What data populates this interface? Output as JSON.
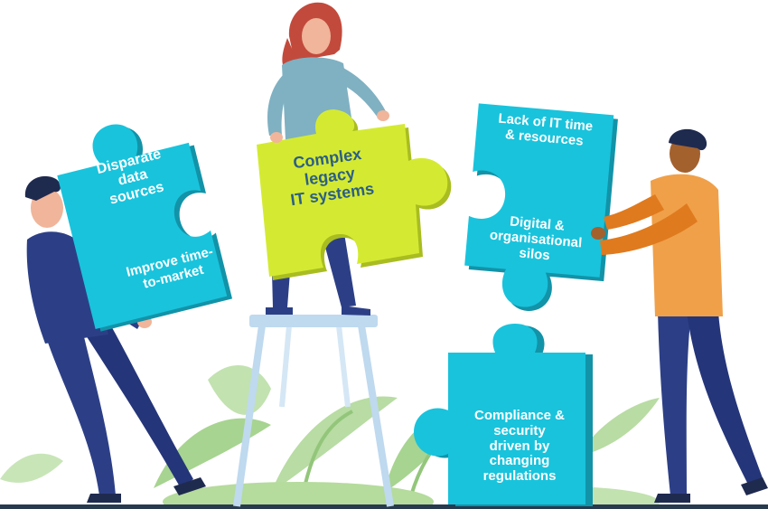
{
  "puzzle_pieces": {
    "left_top": "Disparate\ndata\nsources",
    "left_bottom": "Improve time-\nto-market",
    "center": "Complex\nlegacy\nIT systems",
    "right_top": "Lack of IT time\n& resources",
    "right_bottom": "Digital &\norganisational\nsilos",
    "bottom": "Compliance &\nsecurity\ndriven by\nchanging\nregulations"
  },
  "colors": {
    "piece_cyan": "#19c3dc",
    "piece_cyan_shadow": "#1293a8",
    "piece_lime": "#d4ea32",
    "piece_lime_shadow": "#a9bd20",
    "lime_text": "#2b5f86",
    "navy_figure": "#2c3f86",
    "plant_green": "#a7d490",
    "stool_blue": "#bfd9ef",
    "orange_shirt": "#f0a049",
    "floor_line": "#283a4e"
  }
}
